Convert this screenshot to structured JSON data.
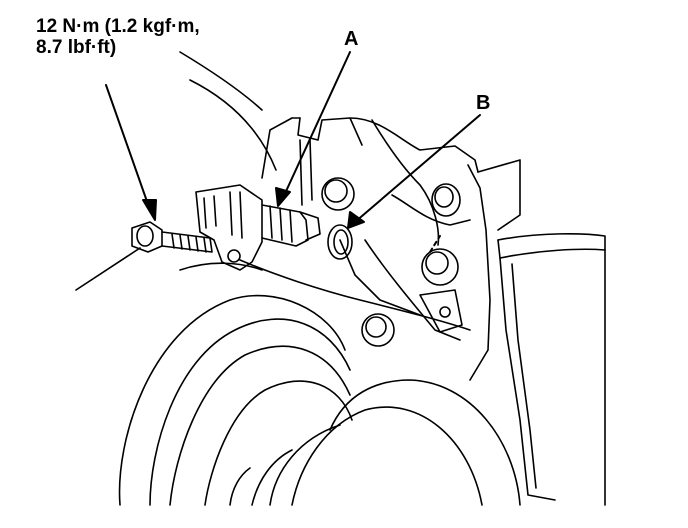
{
  "torque_spec": {
    "line1": "12 N·m (1.2 kgf·m,",
    "line2": "8.7 lbf·ft)"
  },
  "callouts": {
    "a": "A",
    "b": "B"
  },
  "colors": {
    "ink": "#000000",
    "paper": "#ffffff"
  }
}
